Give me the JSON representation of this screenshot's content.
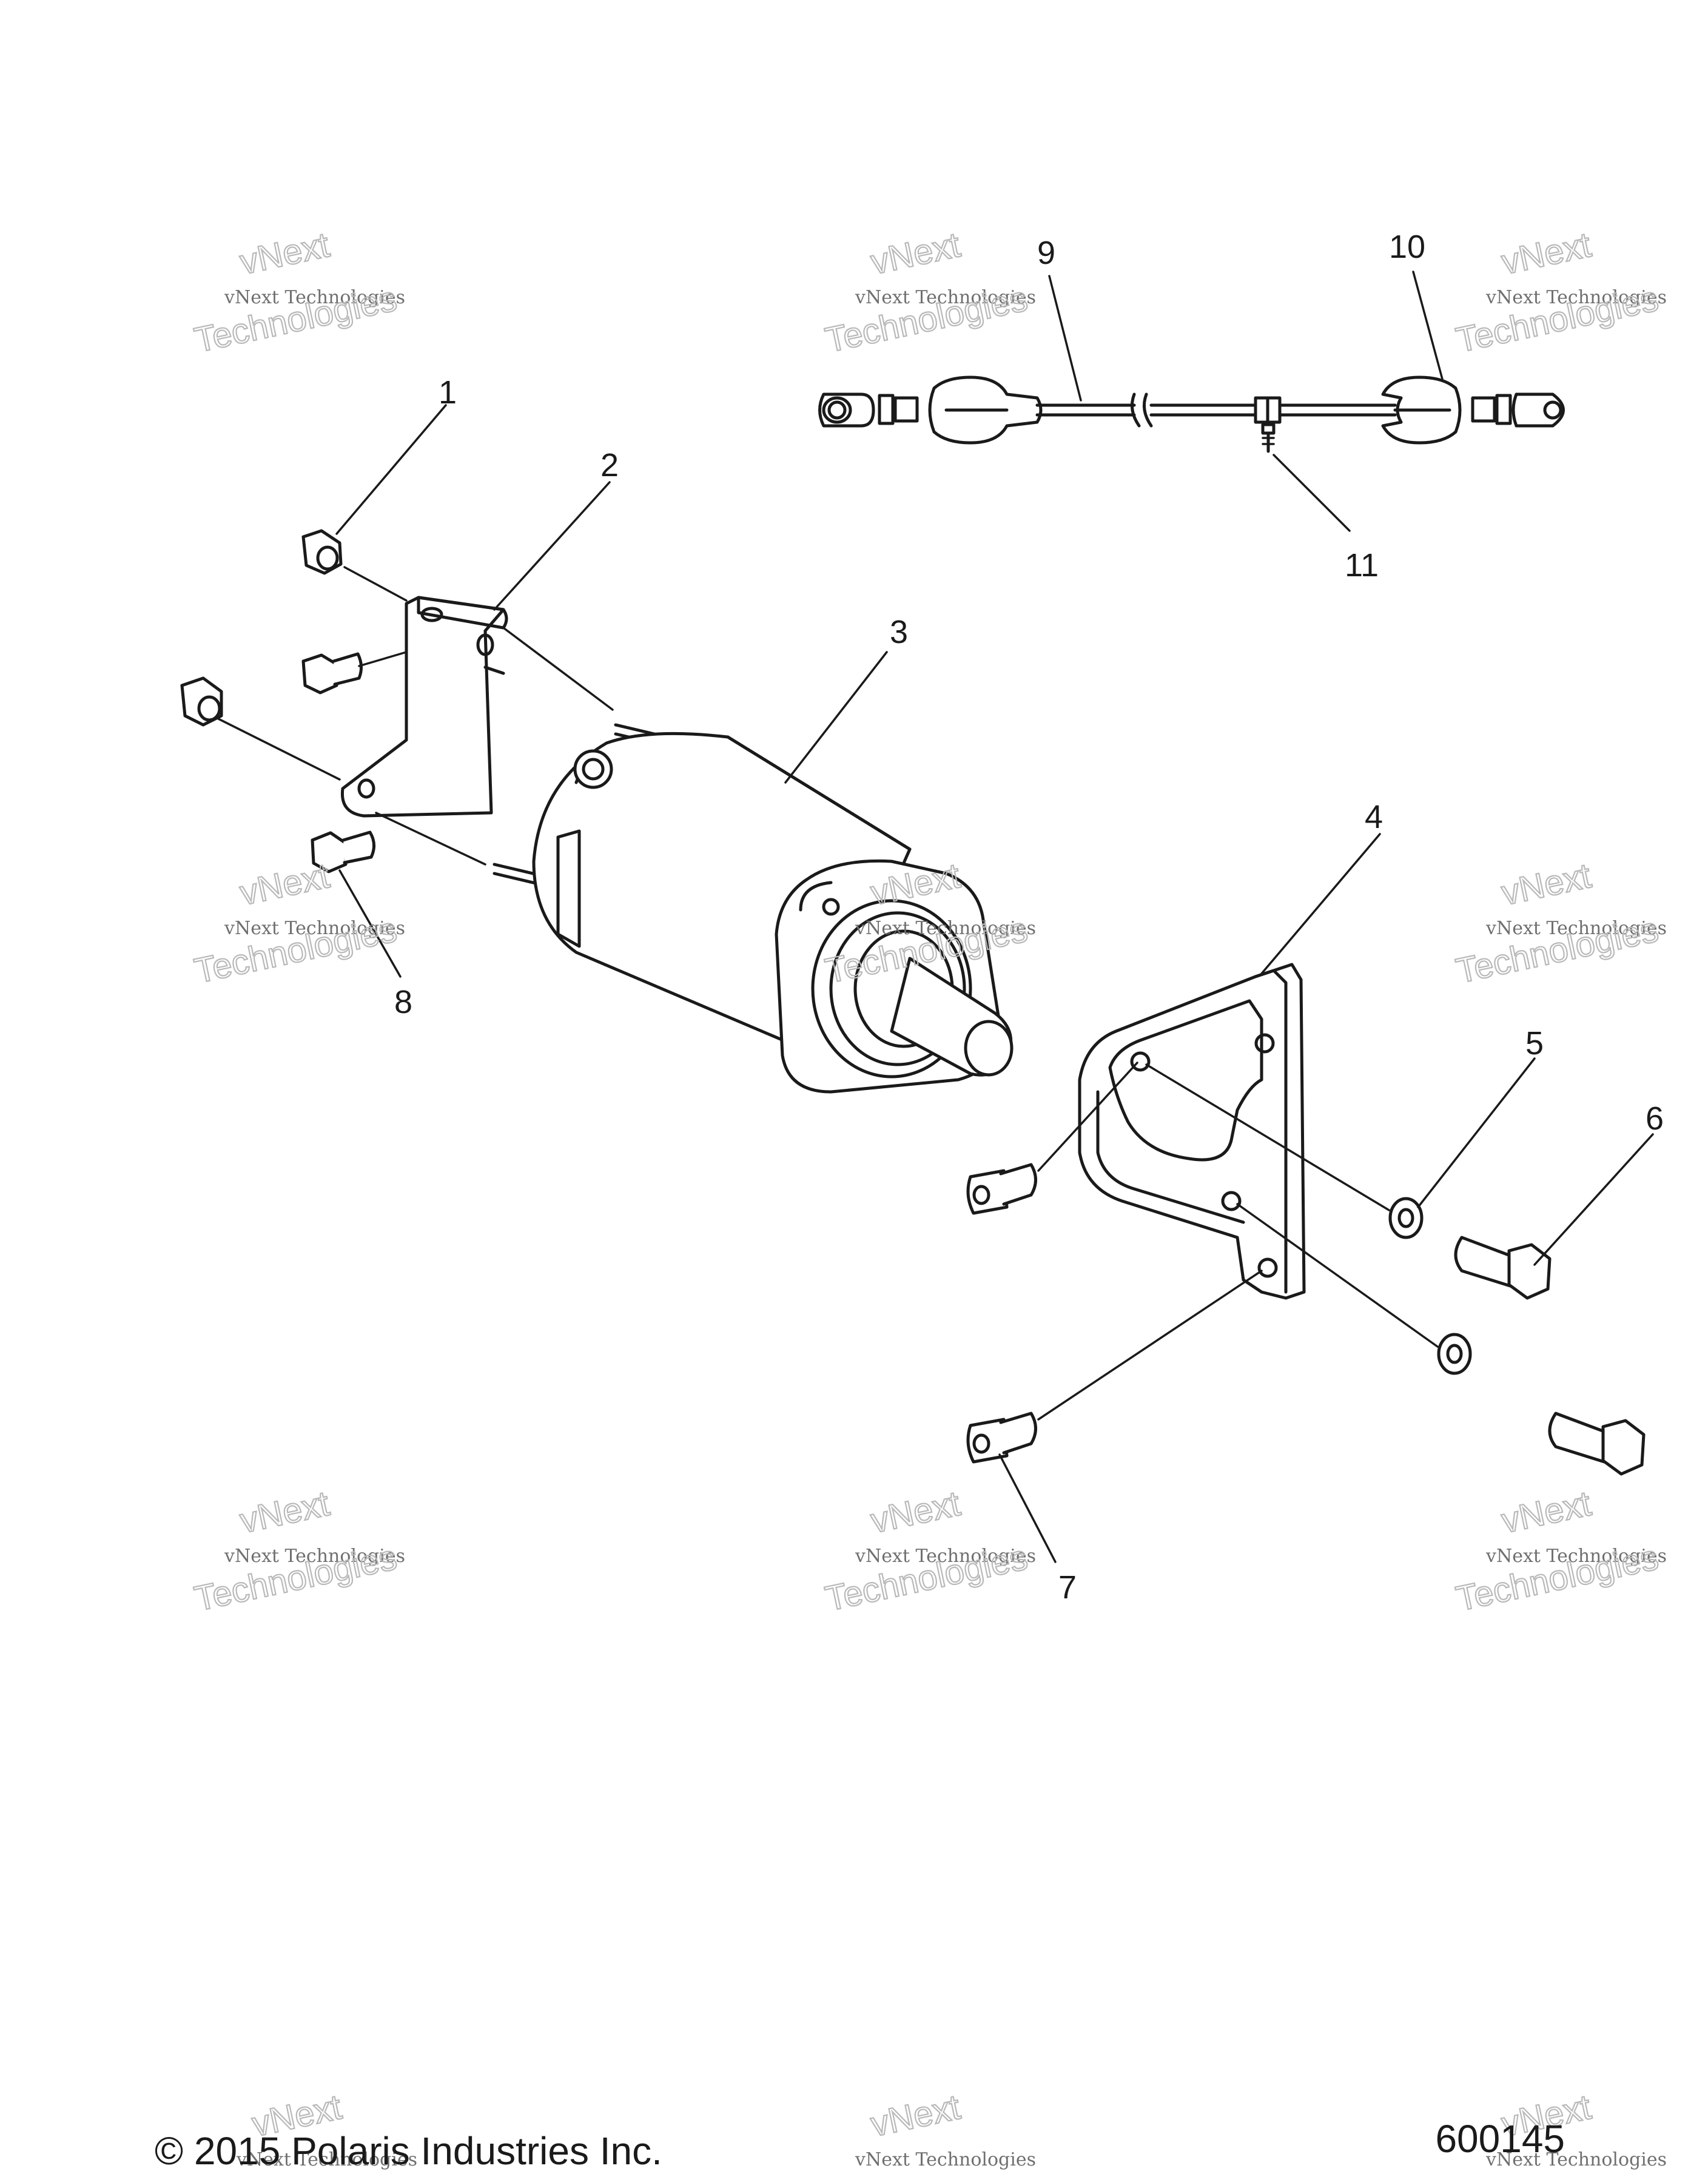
{
  "callouts": [
    "1",
    "2",
    "3",
    "4",
    "5",
    "6",
    "7",
    "8",
    "9",
    "10",
    "11"
  ],
  "watermark": {
    "line1": "vNext",
    "line2": "vNext Technologies",
    "line3": "Technologies"
  },
  "footer": {
    "copyright": "© 2015 Polaris Industries Inc.",
    "figure_number": "600145"
  },
  "colors": {
    "ink": "#1a1a1a",
    "watermark": "#b9b9b9",
    "background": "#ffffff"
  }
}
